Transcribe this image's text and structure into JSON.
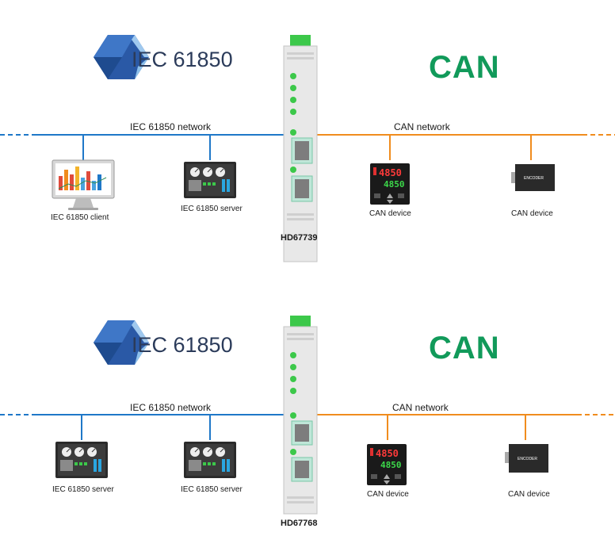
{
  "colors": {
    "iec_network": "#1f78c8",
    "can_network": "#f08c1e",
    "can_logo": "#119a5a",
    "led": "#3cc84a"
  },
  "panels": [
    {
      "iec_logo_text": "IEC 61850",
      "can_logo_text": "CAN",
      "iec_network_label": "IEC 61850 network",
      "can_network_label": "CAN network",
      "gateway_label": "HD67739",
      "left_devices": [
        {
          "type": "monitor-icon",
          "label": "IEC 61850 client"
        },
        {
          "type": "hmi-panel-icon",
          "label": "IEC 61850 server"
        }
      ],
      "right_devices": [
        {
          "type": "can-controller-icon",
          "label": "CAN device",
          "display_top": "4850",
          "display_bottom": "4850"
        },
        {
          "type": "encoder-icon",
          "label": "CAN device",
          "module_text": "ENCODER"
        }
      ]
    },
    {
      "iec_logo_text": "IEC 61850",
      "can_logo_text": "CAN",
      "iec_network_label": "IEC 61850 network",
      "can_network_label": "CAN network",
      "gateway_label": "HD67768",
      "left_devices": [
        {
          "type": "hmi-panel-icon",
          "label": "IEC 61850 server"
        },
        {
          "type": "hmi-panel-icon",
          "label": "IEC 61850 server"
        }
      ],
      "right_devices": [
        {
          "type": "can-controller-icon",
          "label": "CAN device",
          "display_top": "4850",
          "display_bottom": "4850"
        },
        {
          "type": "encoder-icon",
          "label": "CAN device",
          "module_text": "ENCODER"
        }
      ]
    }
  ]
}
